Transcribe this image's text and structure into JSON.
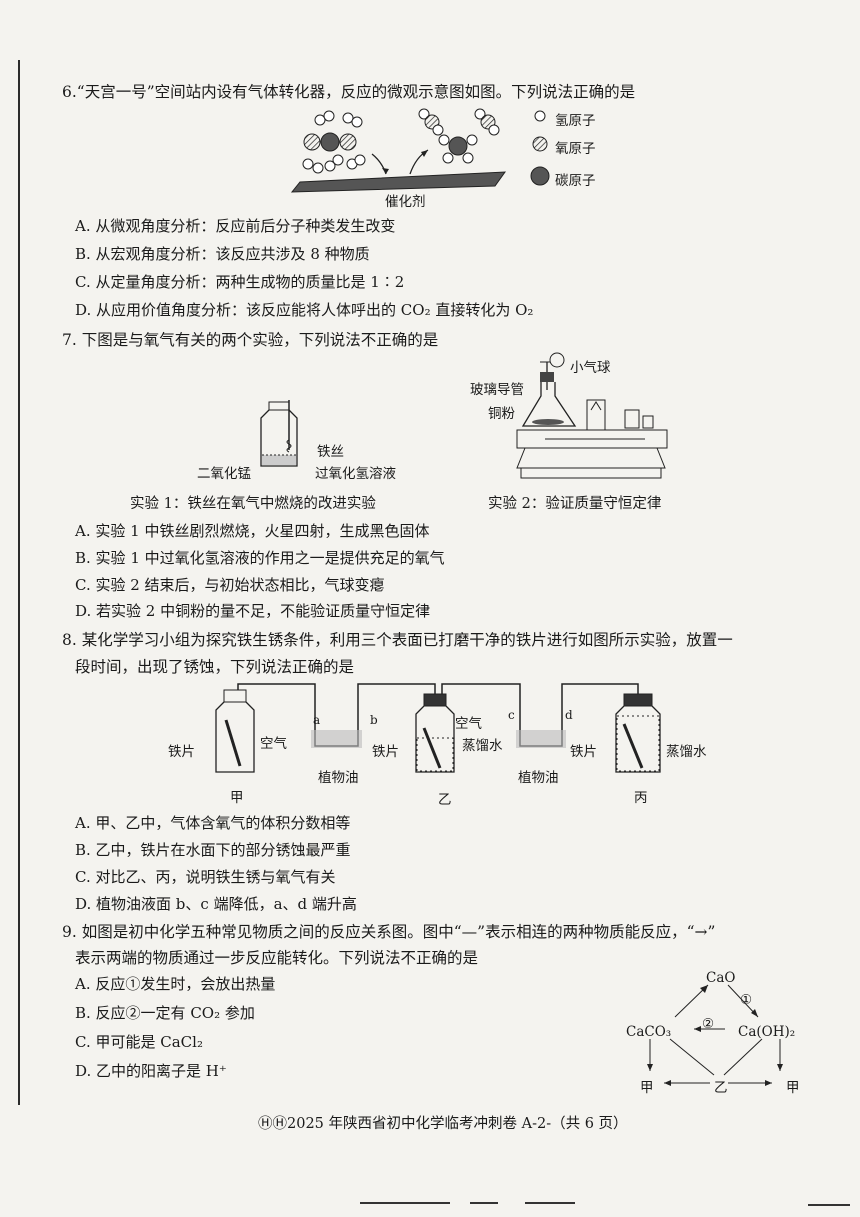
{
  "q6": {
    "stem": "6.“天宫一号”空间站内设有气体转化器，反应的微观示意图如图。下列说法正确的是",
    "legend": [
      "氢原子",
      "氧原子",
      "碳原子"
    ],
    "catalyst": "催化剂",
    "options": [
      "A. 从微观角度分析：反应前后分子种类发生改变",
      "B. 从宏观角度分析：该反应共涉及 8 种物质",
      "C. 从定量角度分析：两种生成物的质量比是 1∶2",
      "D. 从应用价值角度分析：该反应能将人体呼出的 CO₂ 直接转化为 O₂"
    ]
  },
  "q7": {
    "stem": "7. 下图是与氧气有关的两个实验，下列说法不正确的是",
    "exp1_labels": {
      "wire": "铁丝",
      "mno2": "二氧化锰",
      "h2o2": "过氧化氢溶液"
    },
    "exp2_labels": {
      "balloon": "小气球",
      "tube": "玻璃导管",
      "cu": "铜粉"
    },
    "exp1_caption": "实验 1：铁丝在氧气中燃烧的改进实验",
    "exp2_caption": "实验 2：验证质量守恒定律",
    "options": [
      "A. 实验 1 中铁丝剧烈燃烧，火星四射，生成黑色固体",
      "B. 实验 1 中过氧化氢溶液的作用之一是提供充足的氧气",
      "C. 实验 2 结束后，与初始状态相比，气球变瘪",
      "D. 若实验 2 中铜粉的量不足，不能验证质量守恒定律"
    ]
  },
  "q8": {
    "stem1": "8. 某化学学习小组为探究铁生锈条件，利用三个表面已打磨干净的铁片进行如图所示实验，放置一",
    "stem2": "段时间，出现了锈蚀，下列说法正确的是",
    "labels": {
      "iron": "铁片",
      "air": "空气",
      "water": "蒸馏水",
      "oil": "植物油",
      "a": "a",
      "b": "b",
      "c": "c",
      "d": "d",
      "jia": "甲",
      "yi": "乙",
      "bing": "丙"
    },
    "options": [
      "A. 甲、乙中，气体含氧气的体积分数相等",
      "B. 乙中，铁片在水面下的部分锈蚀最严重",
      "C. 对比乙、丙，说明铁生锈与氧气有关",
      "D. 植物油液面 b、c 端降低，a、d 端升高"
    ]
  },
  "q9": {
    "stem1": "9. 如图是初中化学五种常见物质之间的反应关系图。图中“—”表示相连的两种物质能反应，“→”",
    "stem2": "表示两端的物质通过一步反应能转化。下列说法不正确的是",
    "options": [
      "A. 反应①发生时，会放出热量",
      "B. 反应②一定有 CO₂ 参加",
      "C. 甲可能是 CaCl₂",
      "D. 乙中的阳离子是 H⁺"
    ],
    "diagram": {
      "cao": "CaO",
      "caco3": "CaCO₃",
      "caoh2": "Ca(OH)₂",
      "n1": "①",
      "n2": "②",
      "jia": "甲",
      "yi": "乙"
    }
  },
  "footer": "ⒽⒽ2025 年陕西省初中化学临考冲刺卷 A-2-（共 6 页）"
}
